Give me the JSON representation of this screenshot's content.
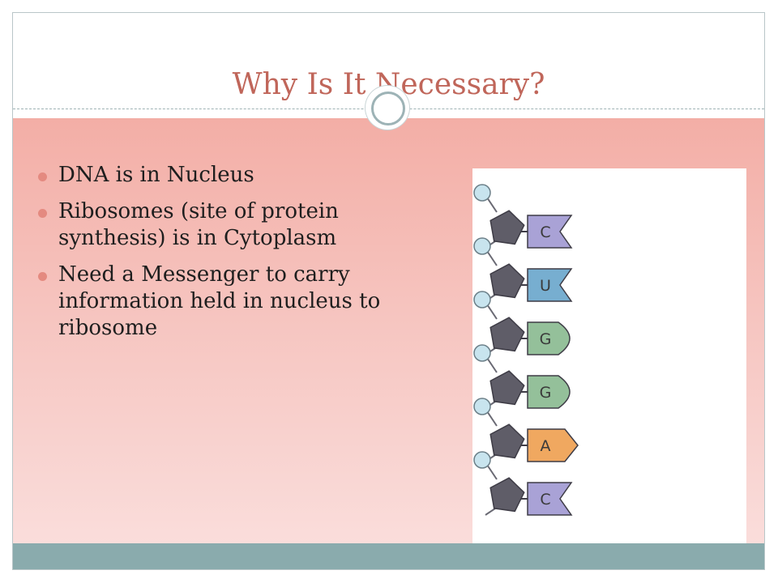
{
  "slide": {
    "title": "Why Is It Necessary?",
    "bullets": [
      "DNA  is in Nucleus",
      "Ribosomes  (site of protein synthesis) is in Cytoplasm",
      "Need a Messenger to carry information held in nucleus to ribosome"
    ]
  },
  "diagram": {
    "nucleotides": [
      {
        "letter": "C",
        "color": "#a9a2d6",
        "shape": "notch"
      },
      {
        "letter": "U",
        "color": "#77aed0",
        "shape": "notch"
      },
      {
        "letter": "G",
        "color": "#94c09a",
        "shape": "round"
      },
      {
        "letter": "G",
        "color": "#94c09a",
        "shape": "round"
      },
      {
        "letter": "A",
        "color": "#f0a860",
        "shape": "point"
      },
      {
        "letter": "C",
        "color": "#a9a2d6",
        "shape": "notch"
      }
    ],
    "sugar_color": "#5f5d68",
    "phosphate_color": "#c8e4ee"
  },
  "colors": {
    "title": "#c0665a",
    "bullet": "#e48a80",
    "footer": "#8aabad"
  }
}
